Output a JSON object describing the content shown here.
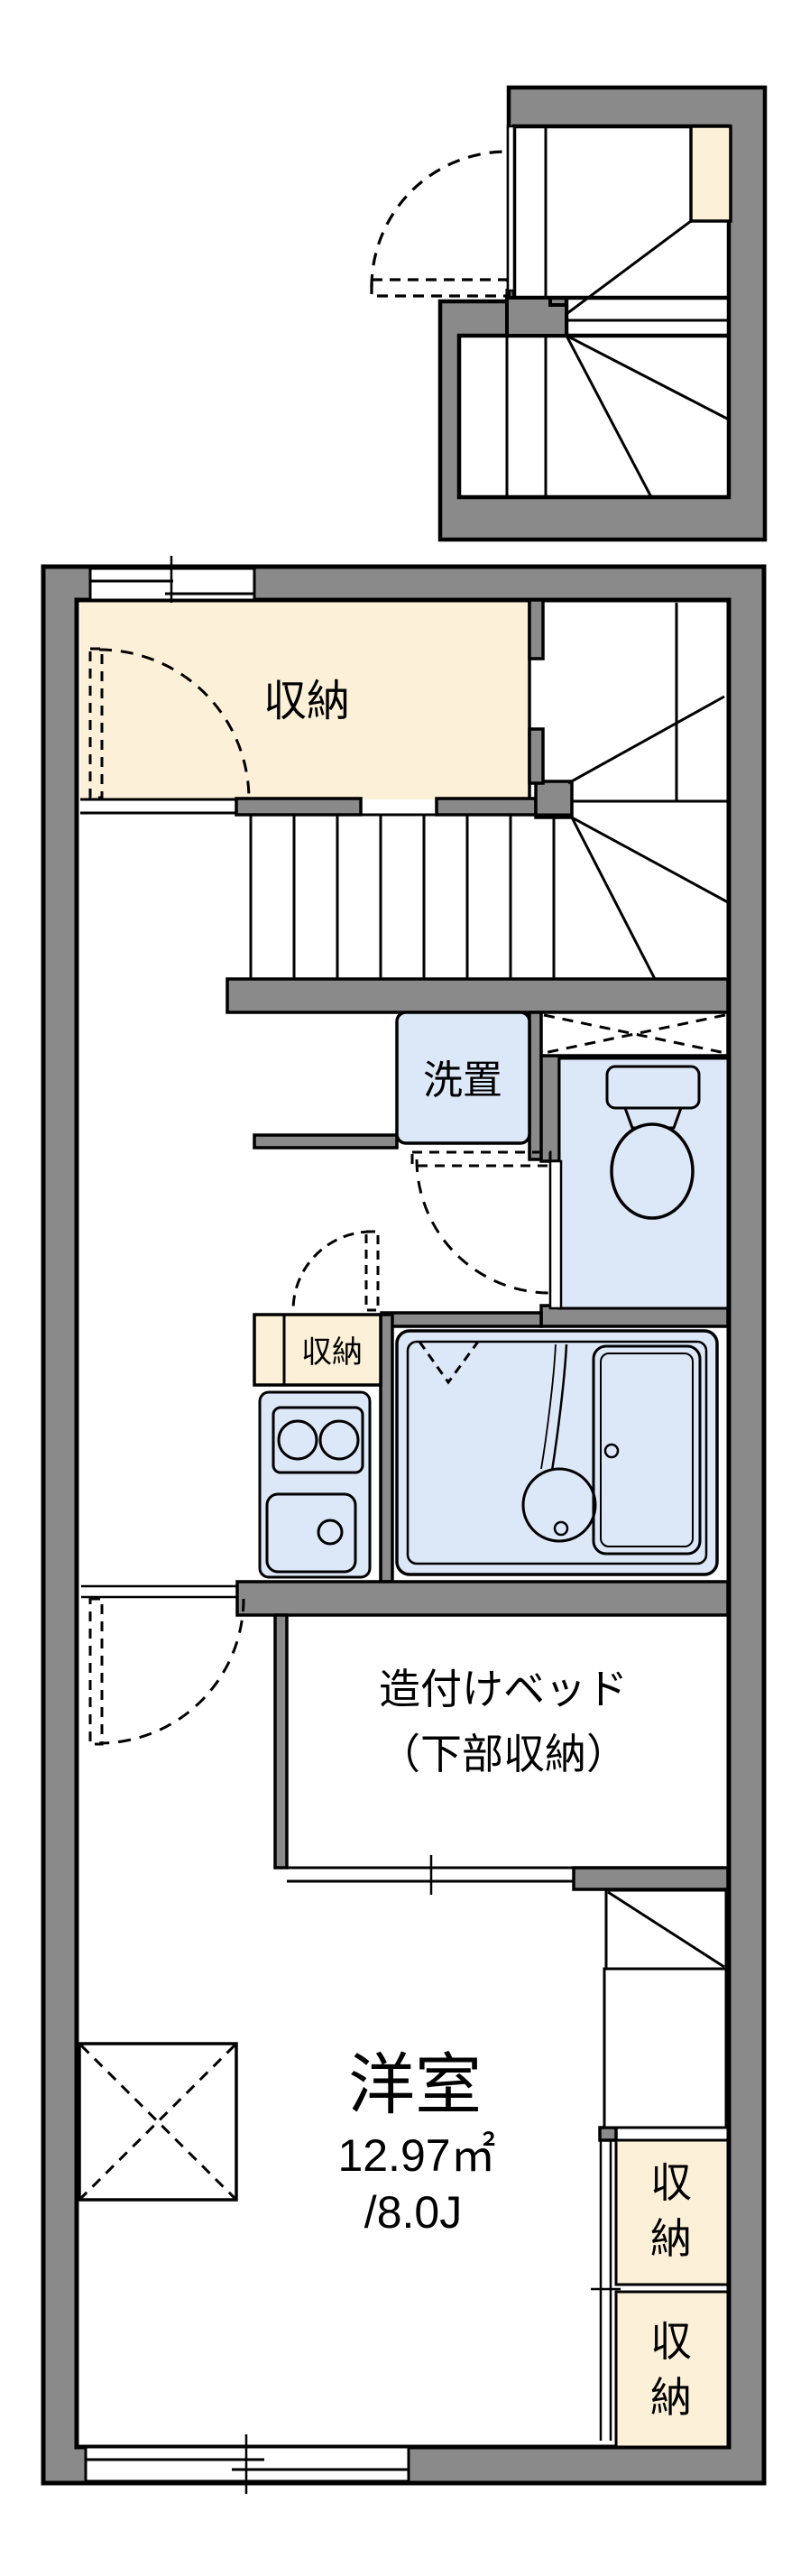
{
  "plan": {
    "type": "apartment-floor-plan",
    "labels": {
      "upper_storage": "収納",
      "washer": "洗置",
      "kitchen_storage": "収納",
      "bed_line1": "造付けベッド",
      "bed_line2": "（下部収納）",
      "room_name": "洋室",
      "room_area": "12.97㎡",
      "room_tatami": "/8.0J",
      "closet_upper": "収納",
      "closet_lower": "収納"
    },
    "colors": {
      "wall": "#8A8A8A",
      "storage_fill": "#FCF1D8",
      "water_fill": "#DCE8F7",
      "line": "#000000",
      "bg": "#FFFFFF"
    }
  }
}
